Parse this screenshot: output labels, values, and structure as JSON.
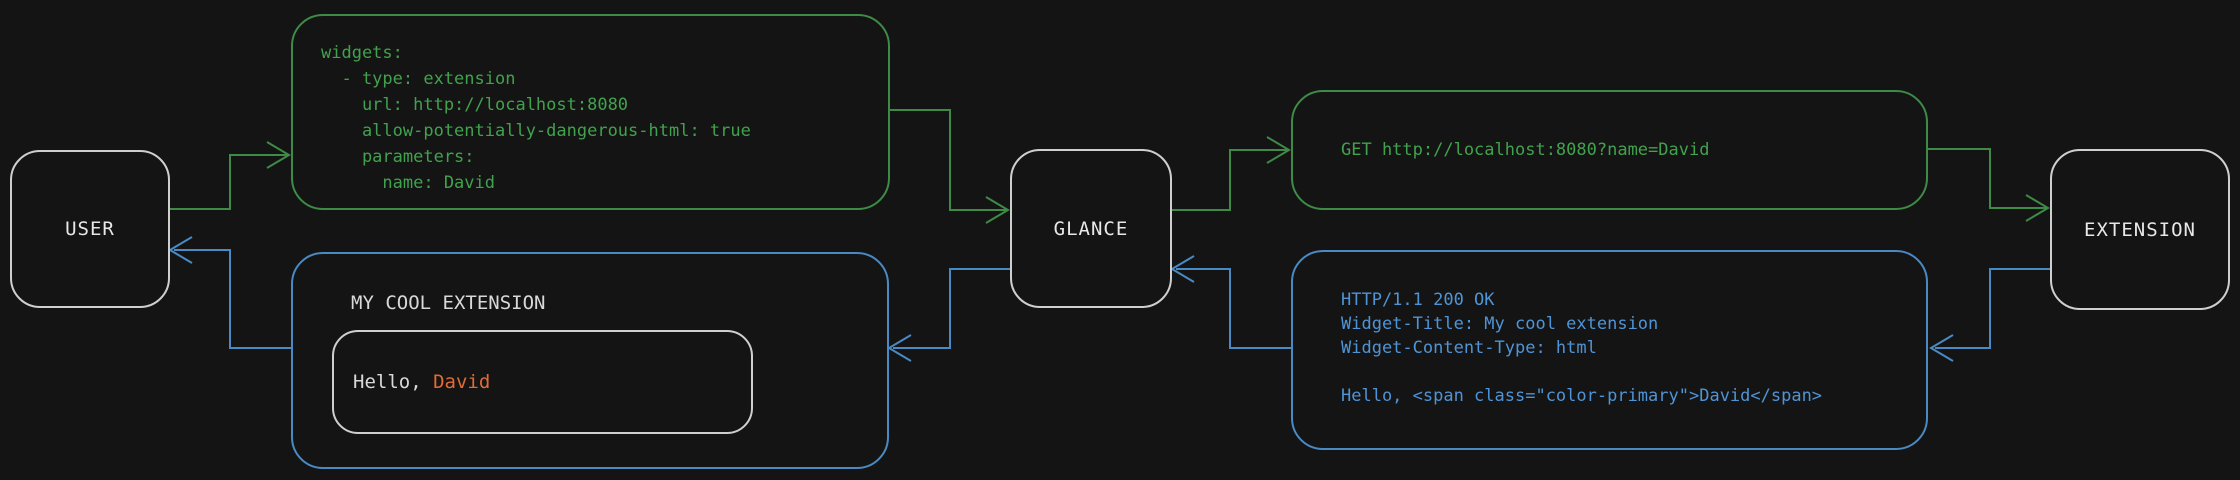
{
  "colors": {
    "background": "#141414",
    "forward_path_green": "#3d8b47",
    "green_text": "#41a24d",
    "return_path_blue": "#4a8ac4",
    "blue_text": "#4f94d6",
    "highlight_orange": "#e06b35",
    "node_border_gray": "#cfcfcf",
    "light_text": "#d9d9d9"
  },
  "nodes": {
    "user": {
      "label": "USER"
    },
    "glance": {
      "label": "GLANCE"
    },
    "extension": {
      "label": "EXTENSION"
    }
  },
  "config_box": {
    "lines": [
      "widgets:",
      "  - type: extension",
      "    url: http://localhost:8080",
      "    allow-potentially-dangerous-html: true",
      "    parameters:",
      "      name: David"
    ]
  },
  "request_box": {
    "text": "GET http://localhost:8080?name=David"
  },
  "response_box": {
    "lines": [
      "HTTP/1.1 200 OK",
      "Widget-Title: My cool extension",
      "Widget-Content-Type: html",
      "",
      "Hello, <span class=\"color-primary\">David</span>"
    ]
  },
  "widget_box": {
    "title": "MY COOL EXTENSION",
    "greeting_prefix": "Hello, ",
    "greeting_name": "David"
  }
}
